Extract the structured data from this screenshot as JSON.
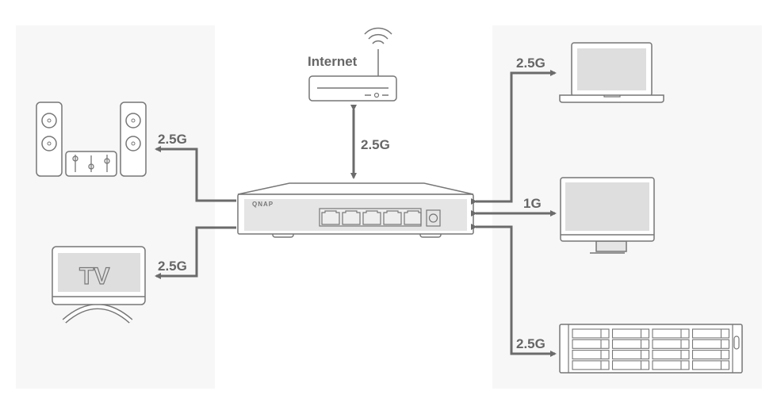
{
  "diagram": {
    "internet_label": "Internet",
    "brand": "QNAP",
    "tv_label": "TV",
    "links": {
      "router": "2.5G",
      "stereo": "2.5G",
      "tv": "2.5G",
      "laptop": "2.5G",
      "monitor": "1G",
      "nas": "2.5G"
    },
    "colors": {
      "panel": "#f7f7f7",
      "line": "#6b6b6b",
      "outline": "#777777",
      "screen": "#dedede"
    }
  }
}
